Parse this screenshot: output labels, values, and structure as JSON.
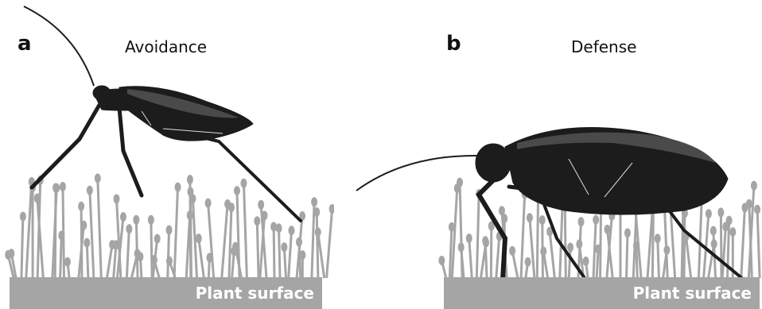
{
  "panel_a": {
    "letter": "a",
    "title": "Avoidance",
    "ground_label": "Plant surface"
  },
  "panel_b": {
    "letter": "b",
    "title": "Defense",
    "ground_label": "Plant surface"
  },
  "colors": {
    "trichome": "#a5a5a5",
    "insect": "#1c1c1c",
    "insect_highlight": "#4a4a4a",
    "ground": "#a5a5a5",
    "ground_text": "#ffffff"
  }
}
